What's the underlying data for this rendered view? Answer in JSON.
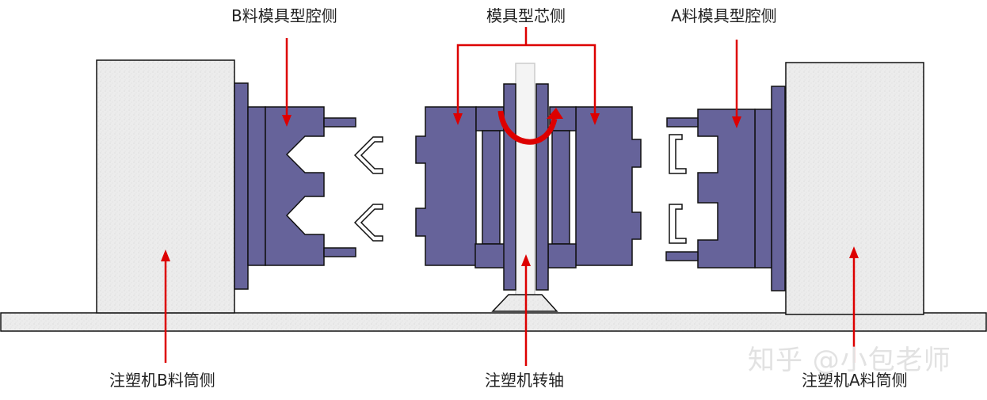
{
  "labels": {
    "b_cavity": "B料模具型腔侧",
    "core": "模具型芯侧",
    "a_cavity": "A料模具型腔侧",
    "b_barrel": "注塑机B料筒侧",
    "rotary_axis": "注塑机转轴",
    "a_barrel": "注塑机A料筒侧"
  },
  "watermark": "知乎 @小包老师",
  "colors": {
    "mold_plate": "#66639a",
    "arrow_red": "#dd0000",
    "stone_fill": "#ececec",
    "outline": "#111111",
    "label_text": "#222222"
  }
}
